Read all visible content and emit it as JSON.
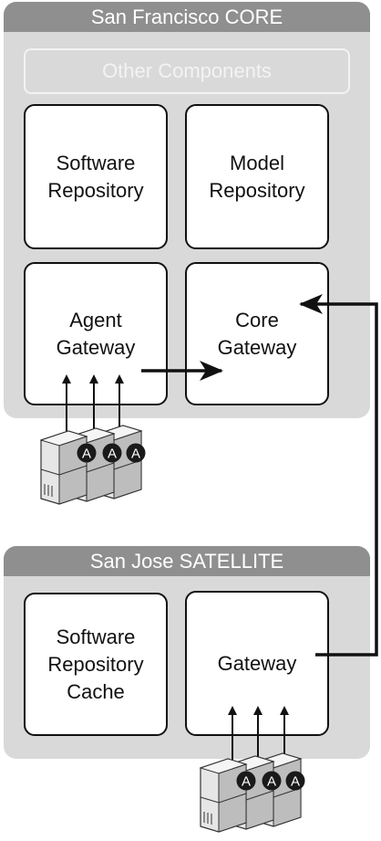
{
  "core": {
    "title": "San Francisco CORE",
    "other_components": "Other Components",
    "software_repository": "Software\nRepository",
    "model_repository": "Model\nRepository",
    "agent_gateway": "Agent\nGateway",
    "core_gateway": "Core\nGateway"
  },
  "satellite": {
    "title": "San Jose SATELLITE",
    "software_repository_cache": "Software\nRepository\nCache",
    "gateway": "Gateway"
  },
  "agent_badge": "A",
  "colors": {
    "panel": "#d9d9d9",
    "header": "#8f8f8f",
    "box_border": "#111111",
    "arrow": "#111111"
  }
}
